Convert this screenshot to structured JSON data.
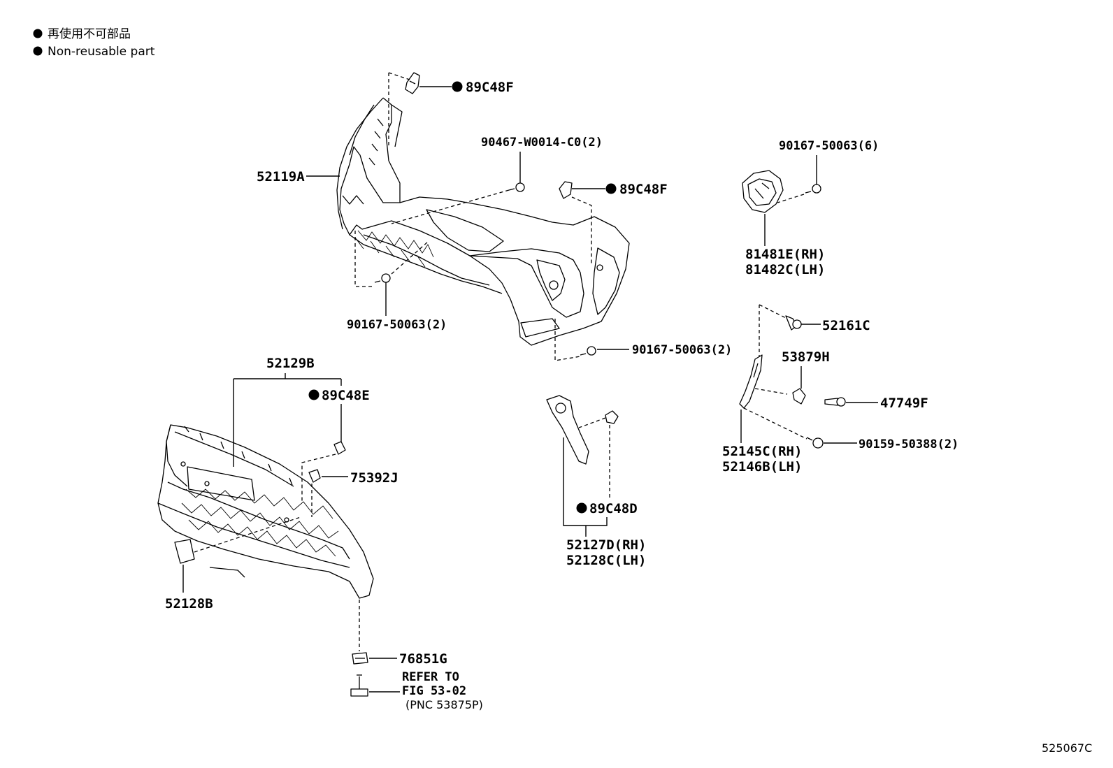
{
  "legend": {
    "line1": "再使用不可部品",
    "line2": "Non-reusable part"
  },
  "figure_number": "525067C",
  "labels": {
    "p52119A": "52119A",
    "p89C48F_top": "89C48F",
    "p90467": "90467-W0014-C0(2)",
    "p89C48F_mid": "89C48F",
    "p90167_6": "90167-50063(6)",
    "p81481E": "81481E(RH)",
    "p81482C": "81482C(LH)",
    "p90167_2a": "90167-50063(2)",
    "p90167_2b": "90167-50063(2)",
    "p52161C": "52161C",
    "p53879H": "53879H",
    "p47749F": "47749F",
    "p90159": "90159-50388(2)",
    "p52145C": "52145C(RH)",
    "p52146B": "52146B(LH)",
    "p52129B": "52129B",
    "p89C48E": "89C48E",
    "p75392J": "75392J",
    "p89C48D": "89C48D",
    "p52127D": "52127D(RH)",
    "p52128C": "52128C(LH)",
    "p52128B": "52128B",
    "p76851G": "76851G",
    "refer1": "REFER TO",
    "refer2": "FIG 53-02",
    "refer3": "(PNC 53875P)"
  }
}
